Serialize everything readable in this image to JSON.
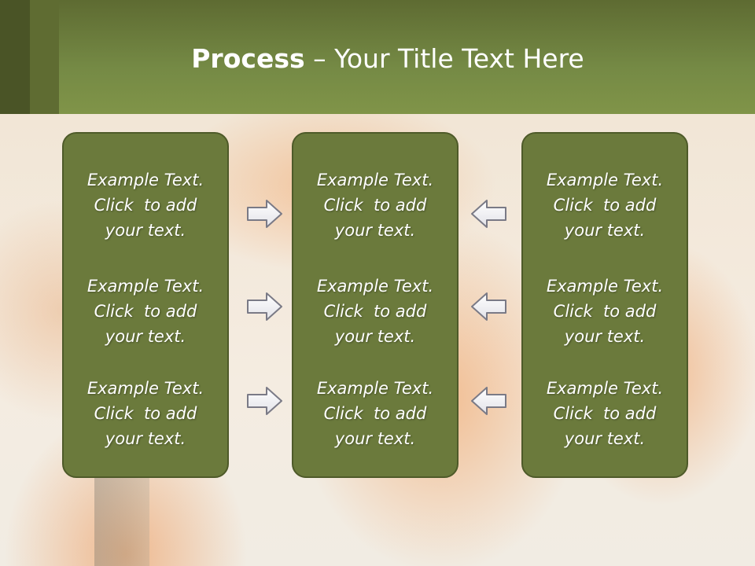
{
  "slide": {
    "title_bold": "Process",
    "title_rest": " – Your Title Text Here"
  },
  "columns": [
    {
      "items": [
        {
          "line1": "Example Text.",
          "line2": "Click  to add",
          "line3": "your text."
        },
        {
          "line1": "Example Text.",
          "line2": "Click  to add",
          "line3": "your text."
        },
        {
          "line1": "Example Text.",
          "line2": "Click  to add",
          "line3": "your text."
        }
      ]
    },
    {
      "items": [
        {
          "line1": "Example Text.",
          "line2": "Click  to add",
          "line3": "your text."
        },
        {
          "line1": "Example Text.",
          "line2": "Click  to add",
          "line3": "your text."
        },
        {
          "line1": "Example Text.",
          "line2": "Click  to add",
          "line3": "your text."
        }
      ]
    },
    {
      "items": [
        {
          "line1": "Example Text.",
          "line2": "Click  to add",
          "line3": "your text."
        },
        {
          "line1": "Example Text.",
          "line2": "Click  to add",
          "line3": "your text."
        },
        {
          "line1": "Example Text.",
          "line2": "Click  to add",
          "line3": "your text."
        }
      ]
    }
  ],
  "arrows": {
    "left_pair": "right-arrow-icon",
    "right_pair": "left-arrow-icon"
  },
  "colors": {
    "header": "#758a45",
    "box_fill": "#6b7a3c",
    "text": "#ffffff"
  }
}
